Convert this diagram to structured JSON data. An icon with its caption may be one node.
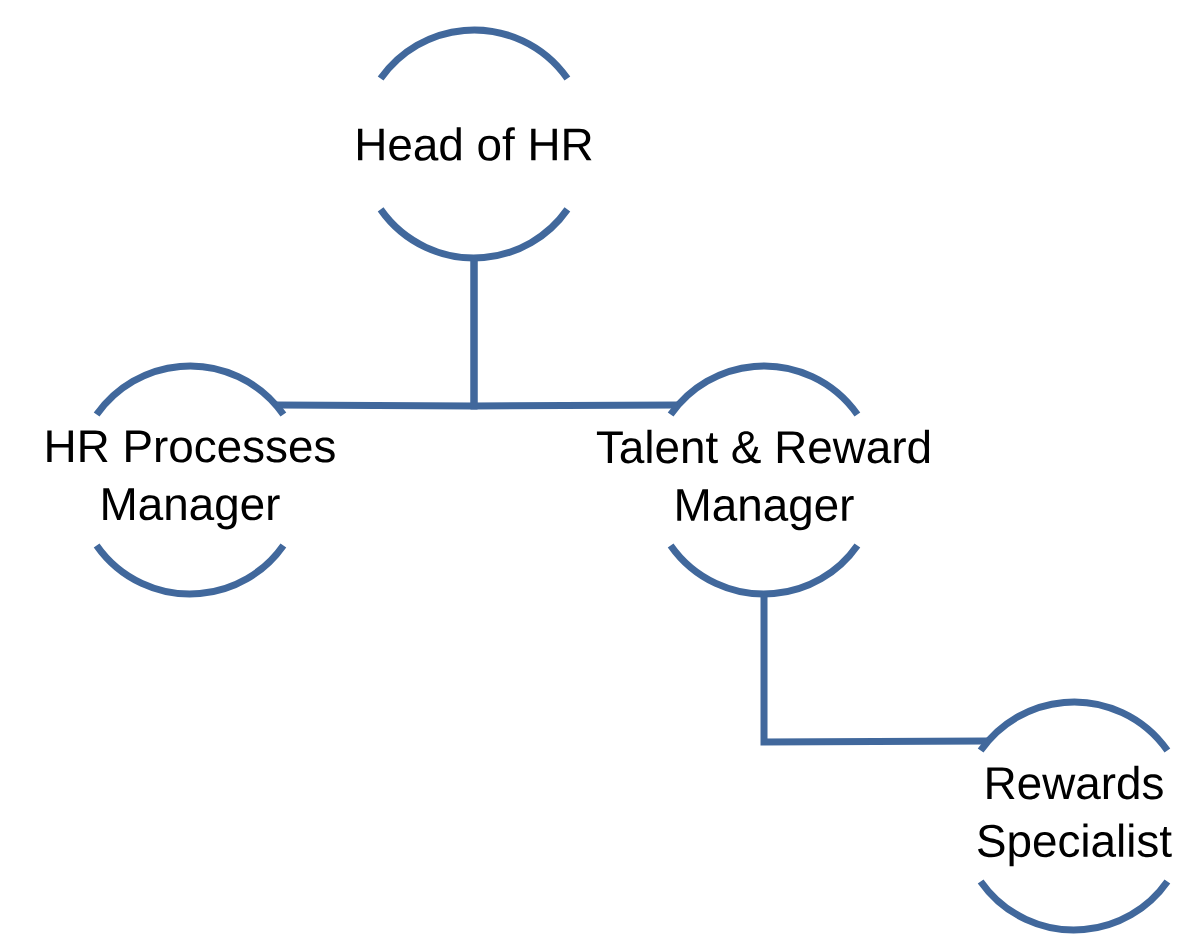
{
  "diagram": {
    "nodes": [
      {
        "text": [
          "Head of HR"
        ]
      },
      {
        "text": [
          "HR Processes Manager"
        ]
      },
      {
        "text": [
          "Talent & Reward Manager"
        ]
      },
      {
        "text": [
          "Rewards Specialist"
        ]
      }
    ],
    "edges": [
      {
        "from": 0,
        "to": 1,
        "arrow": "none"
      },
      {
        "from": 0,
        "to": 2,
        "arrow": "none"
      },
      {
        "from": 2,
        "to": 3,
        "arrow": "none"
      }
    ]
  }
}
